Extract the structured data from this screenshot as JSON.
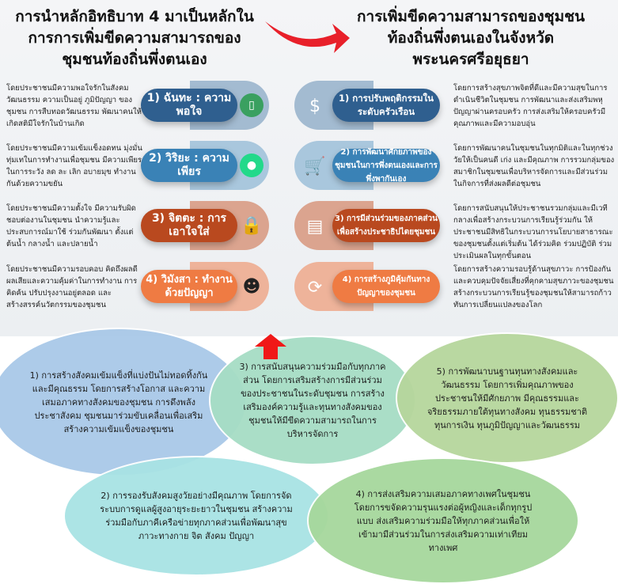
{
  "left_title": "การนำหลักอิทธิบาท 4 มาเป็นหลักใน การการเพิ่มขีดความสามารถของ ชุมชนท้องถิ่นพึ่งตนเอง",
  "right_title": "การเพิ่มขีดความสามารถของชุมชน ท้องถิ่นพึ่งตนเองในจังหวัด พระนครศรีอยุธยา",
  "left_items": [
    {
      "label": "1) ฉันทะ : ความพอใจ",
      "desc": "โดยประชาชนมีความพอใจรักในสังคม วัฒนธรรม ความเป็นอยู่ ภูมิปัญญา ของชุมชน การสืบทอดวัฒนธรรม พัฒนาคนให้เกิดสติมีใจรักในบ้านเกิด",
      "icon": "phone-icon",
      "color": "#2f5f8f",
      "light": "#a3bbd1"
    },
    {
      "label": "2) วิริยะ : ความเพียร",
      "desc": "โดยประชาชนมีความเข้มแข็งอดทน มุ่งมั่นทุ่มเทในการทำงานเพื่อชุมชน มีความเพียรในการระวัง ลด ละ เลิก อบายมุข ทำงานกันด้วยความขยัน",
      "icon": "chat-bubble-icon",
      "color": "#3a82b6",
      "light": "#a9c7dd"
    },
    {
      "label": "3) จิตตะ : การเอาใจใส่",
      "desc": "โดยประชาชนมีความตั้งใจ มีความรับผิดชอบต่องานในชุมชน นำความรู้และประสบการณ์มาใช้ ร่วมกันพัฒนา ตั้งแต่ต้นน้ำ กลางน้ำ และปลายน้ำ",
      "icon": "lock-chip-icon",
      "color": "#b9491f",
      "light": "#dba48f"
    },
    {
      "label": "4) วิมังสา : ทำงานด้วยปัญญา",
      "desc": "โดยประชาชนมีความรอบคอบ คิดถึงผลดี ผลเสียและความคุ้มค่าในการทำงาน การคิดค้น ปรับปรุงงานอยู่ตลอด และสร้างสรรค์นวัตกรรมของชุมชน",
      "icon": "dj-person-icon",
      "color": "#ef7b43",
      "light": "#eeb39a"
    }
  ],
  "right_items": [
    {
      "label": "1) การปรับพฤติกรรมในระดับครัวเรือน",
      "desc": "โดยการสร้างสุขภาพจิตที่ดีและมีความสุขในการดำเนินชีวิตในชุมชน การพัฒนาและส่งเสริมพหุปัญญาผ่านครอบครัว การส่งเสริมให้ครอบครัวมีคุณภาพและมีความอบอุ่น",
      "icon": "money-coins-icon",
      "color": "#2f5f8f",
      "light": "#a3bbd1"
    },
    {
      "label": "2) การพัฒนาศักยภาพของชุมชนในการพึ่งตนเองและการพึ่งพากันเอง",
      "desc": "โดยการพัฒนาคนในชุมชนในทุกมิติและในทุกช่วงวัยให้เป็นคนดี เก่ง และมีคุณภาพ การรวมกลุ่มของสมาชิกในชุมชนเพื่อบริหารจัดการและมีส่วนร่วมในกิจการที่ส่งผลดีต่อชุมชน",
      "icon": "cart-check-icon",
      "color": "#3a82b6",
      "light": "#a9c7dd"
    },
    {
      "label": "3) การมีส่วนร่วมของภาคส่วนเพื่อสร้างประชาธิปไตยชุมชน",
      "desc": "โดยการสนับสนุนให้ประชาชนรวมกลุ่มและมีเวทีกลางเพื่อสร้างกระบวนการเรียนรู้ร่วมกัน ให้ประชาชนมีสิทธิในกระบวนการนโยบายสาธารณะของชุมชนตั้งแต่เริ่มต้น ได้ร่วมคิด ร่วมปฏิบัติ ร่วมประเมินผลในทุกขั้นตอน",
      "icon": "document-icon",
      "color": "#b9491f",
      "light": "#dba48f"
    },
    {
      "label": "4) การสร้างภูมิคุ้มกันทางปัญญาของชุมชน",
      "desc": "โดยการสร้างความรอบรู้ด้านสุขภาวะ การป้องกันและควบคุมปัจจัยเสี่ยงที่คุกคามสุขภาวะของชุมชน สร้างกระบวนการเรียนรู้ของชุมชนให้สามารถก้าวทันการเปลี่ยนแปลงของโลก",
      "icon": "money-cycle-icon",
      "color": "#ef7b43",
      "light": "#eeb39a"
    }
  ],
  "ellipses": [
    {
      "text": "1) การสร้างสังคมเข้มแข็งที่แบ่งปันไม่ทอดทิ้งกันและมีคุณธรรม โดยการสร้างโอกาส และความเสมอภาคทางสังคมของชุมชน การดึงพลังประชาสังคม ชุมชนมาร่วมขับเคลื่อนเพื่อเสริมสร้างความเข้มแข็งของชุมชน",
      "color": "#a9c9e8"
    },
    {
      "text": "3) การสนับสนุนความร่วมมือกับทุกภาคส่วน โดยการเสริมสร้างการมีส่วนร่วมของประชาชนในระดับชุมชน การสร้างเสริมองค์ความรู้และทุนทางสังคมของชุมชนให้มีขีดความสามารถในการบริหารจัดการ",
      "color": "#a6ddc5"
    },
    {
      "text": "5) การพัฒนาบนฐานทุนทางสังคมและวัฒนธรรม โดยการเพิ่มคุณภาพของประชาชนให้มีศักยภาพ มีคุณธรรมและจริยธรรมภายใต้ทุนทางสังคม ทุนธรรมชาติ ทุนการเงิน ทุนภูมิปัญญาและวัฒนธรรม",
      "color": "#b6d69c"
    },
    {
      "text": "2) การรองรับสังคมสูงวัยอย่างมีคุณภาพ โดยการจัดระบบการดูแลผู้สูงอายุระยะยาวในชุมชน สร้างความร่วมมือกับภาคีเครือข่ายทุกภาคส่วนเพื่อพัฒนาสุขภาวะทางกาย จิต สังคม ปัญญา",
      "color": "#a8e3e4"
    },
    {
      "text": "4) การส่งเสริมความเสมอภาคทางเพศในชุมชน โดยการขจัดความรุนแรงต่อผู้หญิงและเด็กทุกรูปแบบ ส่งเสริมความร่วมมือให้ทุกภาคส่วนเพื่อให้เข้ามามีส่วนร่วมในการส่งเสริมความเท่าเทียมทางเพศ",
      "color": "#a6d89c"
    }
  ],
  "arrow_color": "#e8202a"
}
